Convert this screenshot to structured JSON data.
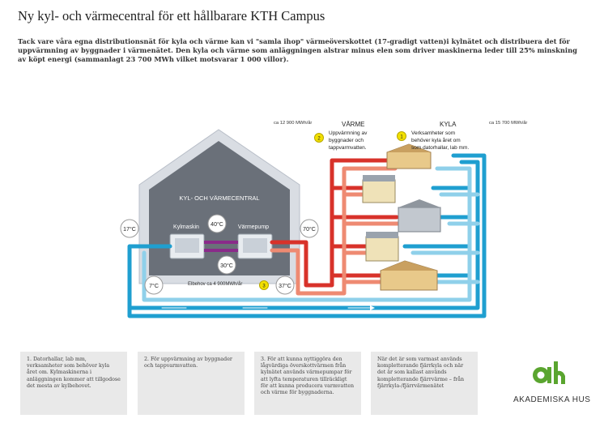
{
  "title": "Ny kyl- och värmecentral för ett hållbarare KTH Campus",
  "intro": "Tack vare våra egna distributionsnät för kyla och värme kan vi \"samla ihop\" värmeöverskottet (17-gradigt vatten)i kylnätet och distribuera det för uppvärmning av byggnader i värmenätet. Den kyla och värme som anläggningen alstrar minus elen som driver maskinerna leder till 25% minskning av köpt energi (sammanlagt 23 700 MWh vilket motsvarar 1 000  villor).",
  "diagram": {
    "central_label": "KYL- OCH VÄRMECENTRAL",
    "kylmaskin": "Kylmaskin",
    "varmepump": "Värmepump",
    "temps": {
      "t17": "17°C",
      "t40": "40°C",
      "t30": "30°C",
      "t70": "70°C",
      "t7": "7°C",
      "t37": "37°C"
    },
    "elbehov": "Elbehov ca 4 900MWh/år",
    "varme_title": "VÄRME",
    "varme_amount": "ca 12 900 MWh/år",
    "varme_desc": [
      "Uppvärmning av",
      "byggnader och",
      "tappvarmvatten."
    ],
    "kyla_title": "KYLA",
    "kyla_amount": "ca 15 700 MWh/år",
    "kyla_desc": [
      "Verksamheter som",
      "behöver kyla året om",
      "som datorhallar, lab mm."
    ],
    "badges": {
      "b1": "1",
      "b2": "2",
      "b3": "3"
    },
    "colors": {
      "hot": "#d8322a",
      "hot_light": "#ee8a72",
      "cold": "#1f9fd0",
      "cold_light": "#8fd0ea",
      "badge": "#f2e000"
    }
  },
  "boxes": [
    "1. Datorhallar, lab mm, verksamheter som behöver kyla året om. Kylmaskinerna i anläggningen kommer att tillgodose det mesta av kylbehovet.",
    "2. För uppvärmning av byggnader och tappvarmvatten.",
    "3. För att kunna nyttiggöra den lågvärdiga överskottvärmen från kylnätet används värmepumpar för att lyfta temperaturen tillräckligt för att kunna producera varmvatten och värme för byggnaderna.",
    "När det är som varmast används kompletterande fjärrkyla och när det är som kallast används kompletterande fjärrvärme – från fjärrkyla-/fjärrvärmenätet"
  ],
  "logo": {
    "name": "AKADEMISKA HUS",
    "color": "#5aa52f"
  }
}
